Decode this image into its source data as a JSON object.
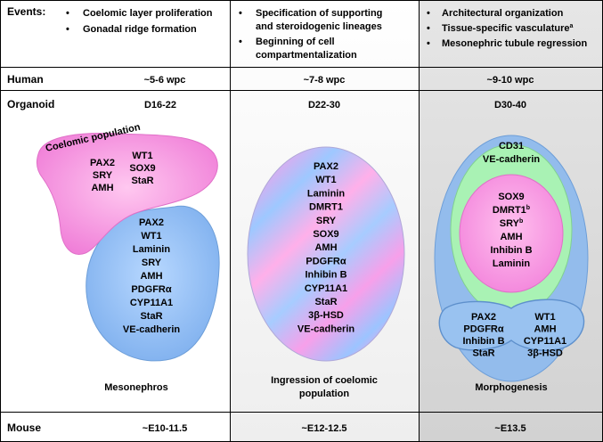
{
  "header": {
    "events_label": "Events:",
    "human_label": "Human",
    "organoid_label": "Organoid",
    "mouse_label": "Mouse"
  },
  "columns": [
    {
      "events": [
        [
          "Coelomic layer proliferation"
        ],
        [
          "Gonadal ridge formation"
        ]
      ],
      "human": "~5-6 wpc",
      "organoid_day": "D16-22",
      "caption": [
        "Mesonephros"
      ],
      "mouse": "~E10-11.5",
      "bg": "#ffffff"
    },
    {
      "events": [
        [
          "Specification of supporting",
          "and steroidogenic lineages"
        ],
        [
          "Beginning of cell",
          "compartmentalization"
        ]
      ],
      "human": "~7-8 wpc",
      "organoid_day": "D22-30",
      "caption": [
        "Ingression of coelomic",
        "population"
      ],
      "mouse": "~E12-12.5",
      "bg": "#f2f2f2"
    },
    {
      "events": [
        [
          "Architectural organization"
        ],
        [
          "Tissue-specific vasculature",
          "a"
        ],
        [
          "Mesonephric tubule regression"
        ]
      ],
      "human": "~9-10 wpc",
      "organoid_day": "D30-40",
      "caption": [
        "Morphogenesis"
      ],
      "mouse": "~E13.5",
      "bg": "#d9d9d9"
    }
  ],
  "col1": {
    "coelomic_label": "Coelomic population",
    "coelomic_left": [
      "PAX2",
      "SRY",
      "AMH"
    ],
    "coelomic_right": [
      "WT1",
      "SOX9",
      "StaR"
    ],
    "mesonephros_markers": [
      "PAX2",
      "WT1",
      "Laminin",
      "SRY",
      "AMH",
      "PDGFRα",
      "CYP11A1",
      "StaR",
      "VE-cadherin"
    ]
  },
  "col2": {
    "markers": [
      "PAX2",
      "WT1",
      "Laminin",
      "DMRT1",
      "SRY",
      "SOX9",
      "AMH",
      "PDGFRα",
      "Inhibin B",
      "CYP11A1",
      "StaR",
      "3β-HSD",
      "VE-cadherin"
    ]
  },
  "col3": {
    "vascular": [
      "CD31",
      "VE-cadherin"
    ],
    "core": [
      {
        "text": "SOX9",
        "sup": ""
      },
      {
        "text": "DMRT1",
        "sup": "b"
      },
      {
        "text": "SRY",
        "sup": "b"
      },
      {
        "text": "AMH",
        "sup": ""
      },
      {
        "text": "Inhibin B",
        "sup": ""
      },
      {
        "text": "Laminin",
        "sup": ""
      }
    ],
    "bottom_left": [
      "PAX2",
      "PDGFRα",
      "Inhibin B",
      "StaR"
    ],
    "bottom_right": [
      "WT1",
      "AMH",
      "CYP11A1",
      "3β-HSD"
    ]
  },
  "colors": {
    "pink": "#f58ee0",
    "blue": "#8fbcf0",
    "green": "#a8f0b0",
    "border": "#000000"
  }
}
